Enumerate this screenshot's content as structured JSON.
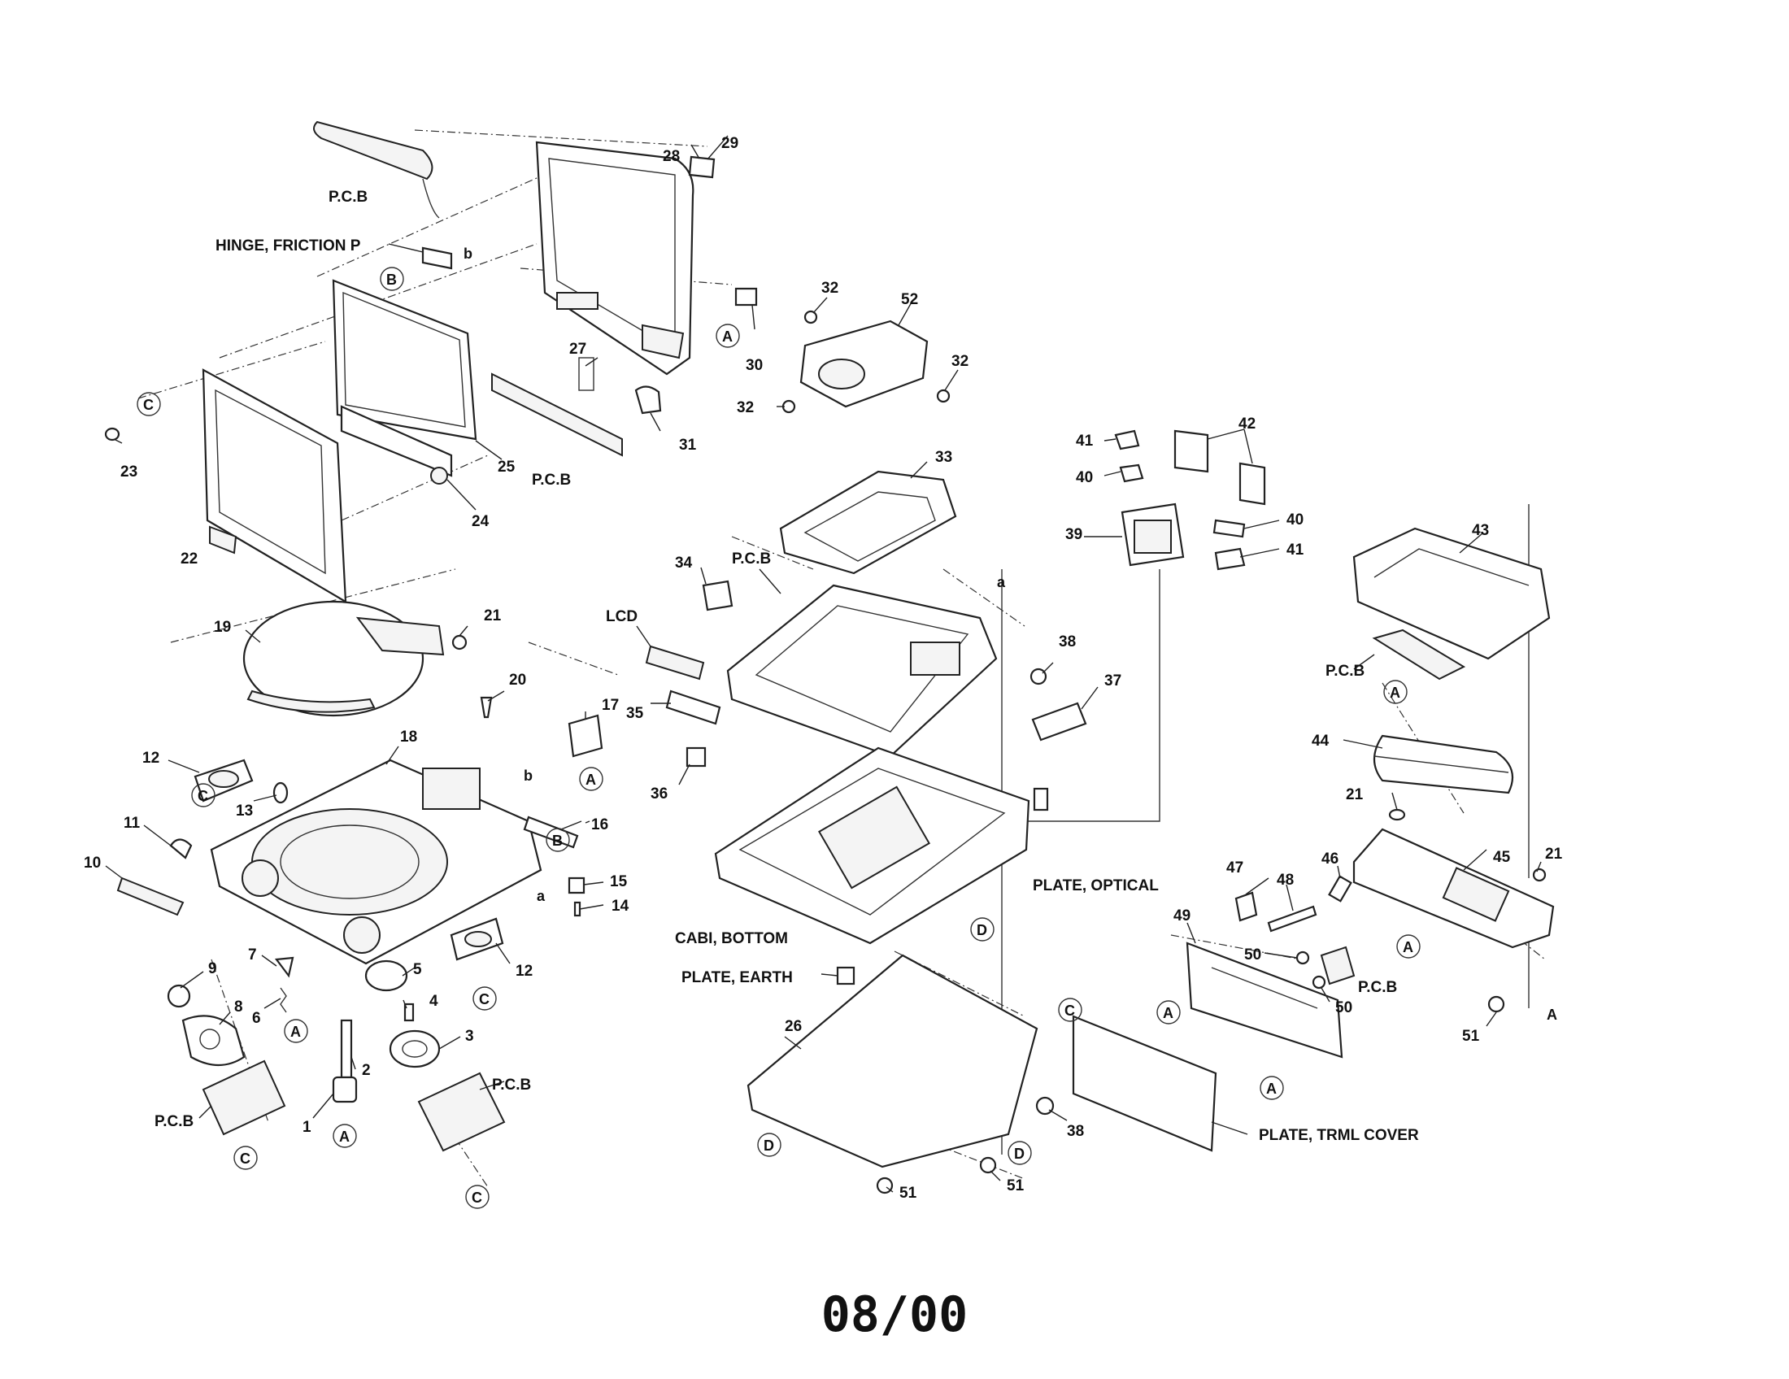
{
  "footer": {
    "date": "08/00"
  },
  "labels": {
    "pcb": "P.C.B",
    "hinge": "HINGE, FRICTION P",
    "lcd": "LCD",
    "plate_optical": "PLATE, OPTICAL",
    "cabi_bottom": "CABI, BOTTOM",
    "plate_earth": "PLATE, EARTH",
    "plate_trml": "PLATE, TRML COVER"
  },
  "callouts": {
    "a": "A",
    "b": "B",
    "c": "C",
    "d": "D",
    "small_a": "a",
    "small_b": "b"
  },
  "parts": {
    "p1": "1",
    "p2": "2",
    "p3": "3",
    "p4": "4",
    "p5": "5",
    "p6": "6",
    "p7": "7",
    "p8": "8",
    "p9": "9",
    "p10": "10",
    "p11": "11",
    "p12": "12",
    "p13": "13",
    "p14": "14",
    "p15": "15",
    "p16": "16",
    "p17": "17",
    "p18": "18",
    "p19": "19",
    "p20": "20",
    "p21": "21",
    "p22": "22",
    "p23": "23",
    "p24": "24",
    "p25": "25",
    "p26": "26",
    "p27": "27",
    "p28": "28",
    "p29": "29",
    "p30": "30",
    "p31": "31",
    "p32": "32",
    "p33": "33",
    "p34": "34",
    "p35": "35",
    "p36": "36",
    "p37": "37",
    "p38": "38",
    "p39": "39",
    "p40": "40",
    "p41": "41",
    "p42": "42",
    "p43": "43",
    "p44": "44",
    "p45": "45",
    "p46": "46",
    "p47": "47",
    "p48": "48",
    "p49": "49",
    "p50": "50",
    "p51": "51",
    "p52": "52"
  }
}
